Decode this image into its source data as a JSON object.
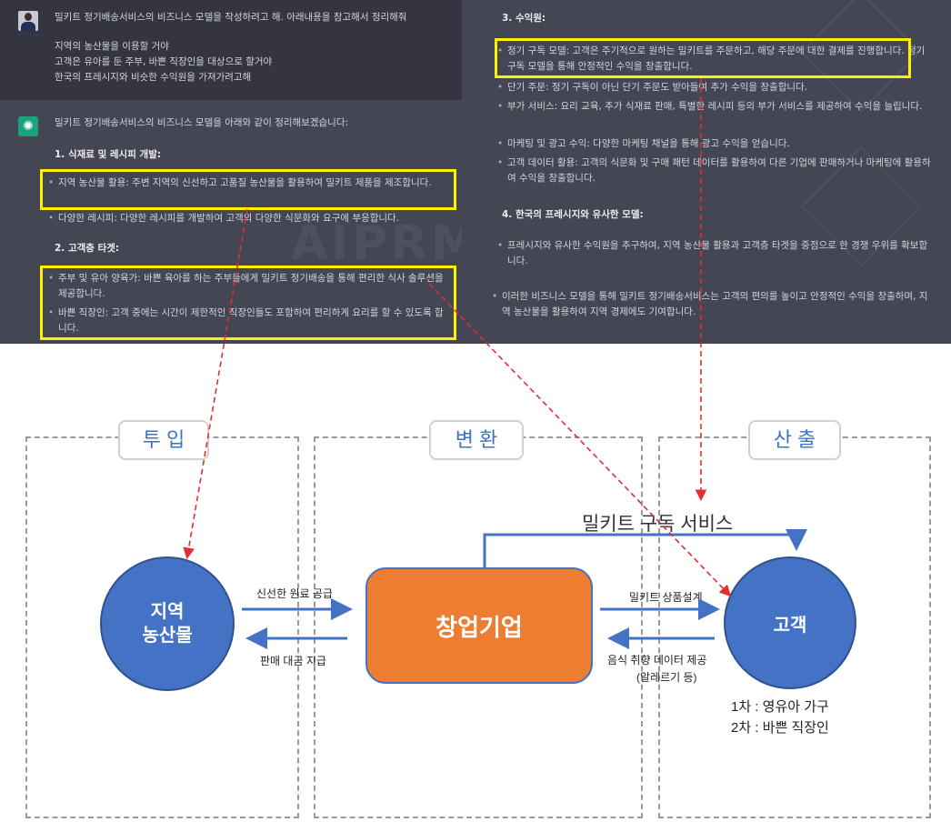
{
  "chat_left": {
    "user_prompt": [
      "밀키트 정기배송서비스의 비즈니스 모델을 작성하려고 해. 아래내용을 참고해서 정리해줘",
      "지역의 농산물을 이용할 거야",
      "고객은 유아를 둔 주부, 바쁜 직장인을 대상으로 할거야",
      "한국의 프레시지와 비슷한 수익원을 가져가려고해"
    ],
    "answer_intro": "밀키트 정기배송서비스의 비즈니스 모델을 아래와 같이 정리해보겠습니다:",
    "section1_title": "1. 식재료 및 레시피 개발:",
    "section1_items": [
      "지역 농산물 활용: 주변 지역의 신선하고 고품질 농산물을 활용하여 밀키트 제품을 제조합니다.",
      "다양한 레시피: 다양한 레시피를 개발하여 고객의 다양한 식문화와 요구에 부응합니다."
    ],
    "section2_title": "2. 고객층 타겟:",
    "section2_items": [
      "주부 및 유아 양육가: 바쁜 육아를 하는 주부들에게 밀키트 정기배송을 통해 편리한 식사 솔루션을 제공합니다.",
      "바쁜 직장인: 고객 중에는 시간이 제한적인 직장인들도 포함하여 편리하게 요리를 할 수 있도록 합니다."
    ]
  },
  "chat_right": {
    "section3_title": "3. 수익원:",
    "section3_items": [
      "정기 구독 모델: 고객은 주기적으로 원하는 밀키트를 주문하고, 해당 주문에 대한 결제를 진행합니다. 정기 구독 모델을 통해 안정적인 수익을 창출합니다.",
      "단기 주문: 정기 구독이 아닌 단기 주문도 받아들여 추가 수익을 창출합니다.",
      "부가 서비스: 요리 교육, 추가 식재료 판매, 특별한 레시피 등의 부가 서비스를 제공하여 수익을 늘립니다.",
      "마케팅 및 광고 수익: 다양한 마케팅 채널을 통해 광고 수익을 얻습니다.",
      "고객 데이터 활용: 고객의 식문화 및 구매 패턴 데이터를 활용하여 다른 기업에 판매하거나 마케팅에 활용하여 수익을 창출합니다."
    ],
    "section4_title": "4. 한국의 프레시지와 유사한 모델:",
    "section4_items": [
      "프레시지와 유사한 수익원을 추구하여, 지역 농산물 활용과 고객층 타겟을 중점으로 한 경쟁 우위를 확보합니다."
    ],
    "conclusion": "이러한 비즈니스 모델을 통해 밀키트 정기배송서비스는 고객의 편의를 높이고 안정적인 수익을 창출하며, 지역 농산물을 활용하여 지역 경제에도 기여합니다.",
    "watermark": "AIPRM"
  },
  "diagram": {
    "zone_input": "투  입",
    "zone_transform": "변  환",
    "zone_output": "산  출",
    "subscription_label": "밀키트 구독 서비스",
    "local_produce": "지역\n농산물",
    "startup": "창업기업",
    "customer": "고객",
    "arrow_supply": "신선한 원료 공급",
    "arrow_payment": "판매 대금 지급",
    "arrow_design": "밀키트 상품설계",
    "arrow_data_1": "음식 취향 데이터 제공",
    "arrow_data_2": "(알레르기 등)",
    "target_1": "1차 : 영유아 가구",
    "target_2": "2차 : 바쁜 직장인",
    "colors": {
      "circle": "#4472c4",
      "startup": "#ed7d31",
      "arrow": "#4472c4",
      "highlight": "#fff200",
      "dashed_arrow": "#e03030"
    }
  }
}
